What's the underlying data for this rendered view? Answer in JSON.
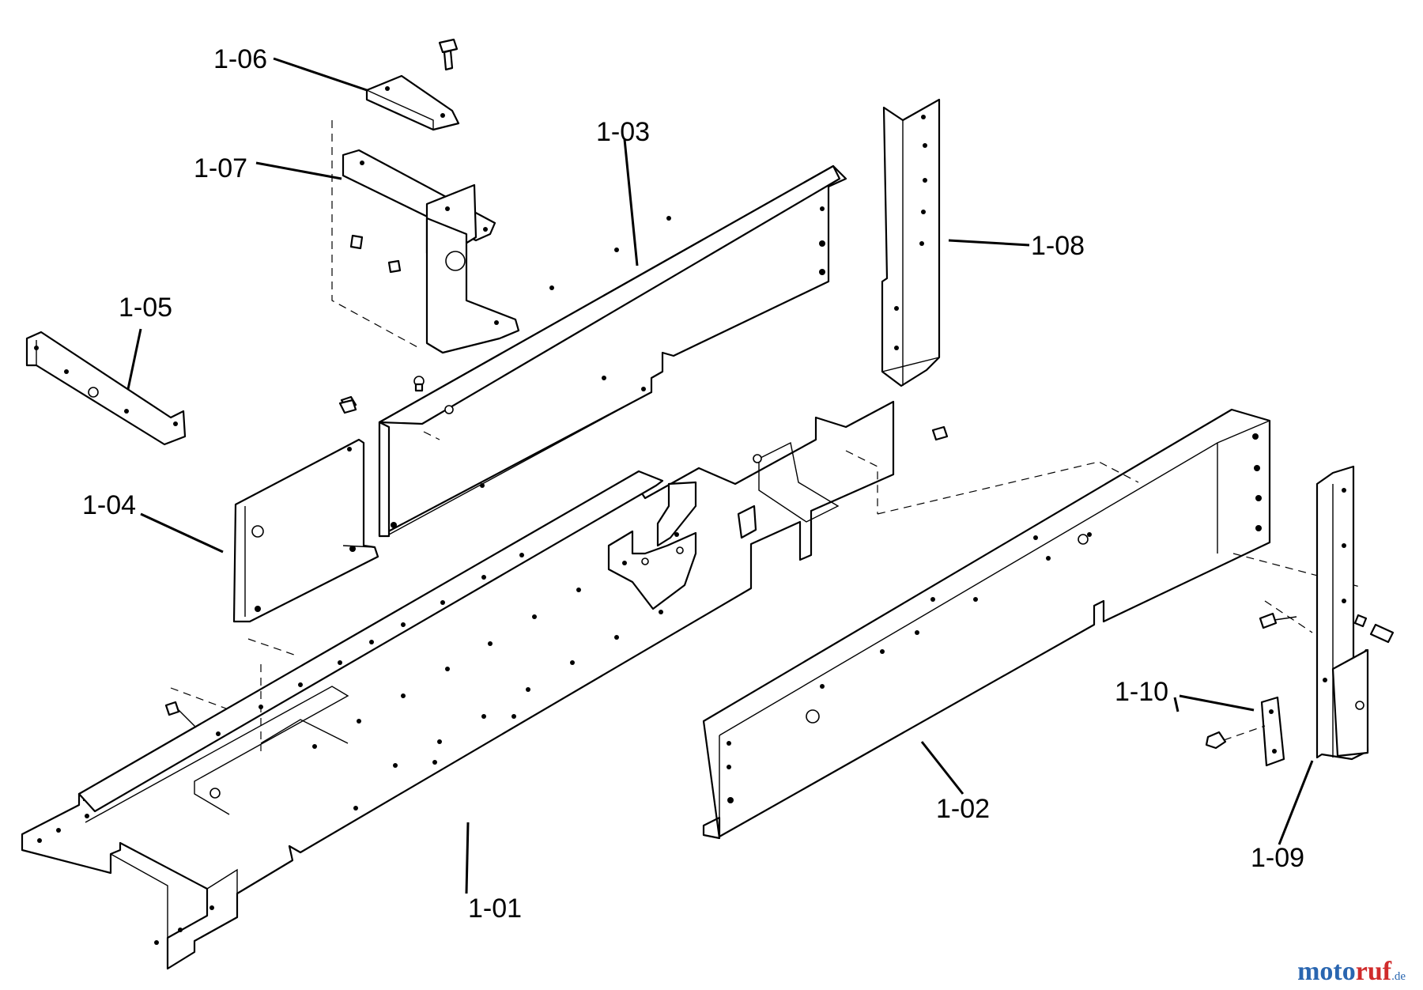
{
  "callouts": {
    "p101": "1-01",
    "p102": "1-02",
    "p103": "1-03",
    "p104": "1-04",
    "p105": "1-05",
    "p106": "1-06",
    "p107": "1-07",
    "p108": "1-08",
    "p109": "1-09",
    "p110": "1-10"
  },
  "watermark": {
    "part1": "moto",
    "part2": "ruf",
    "suffix": ".de"
  }
}
